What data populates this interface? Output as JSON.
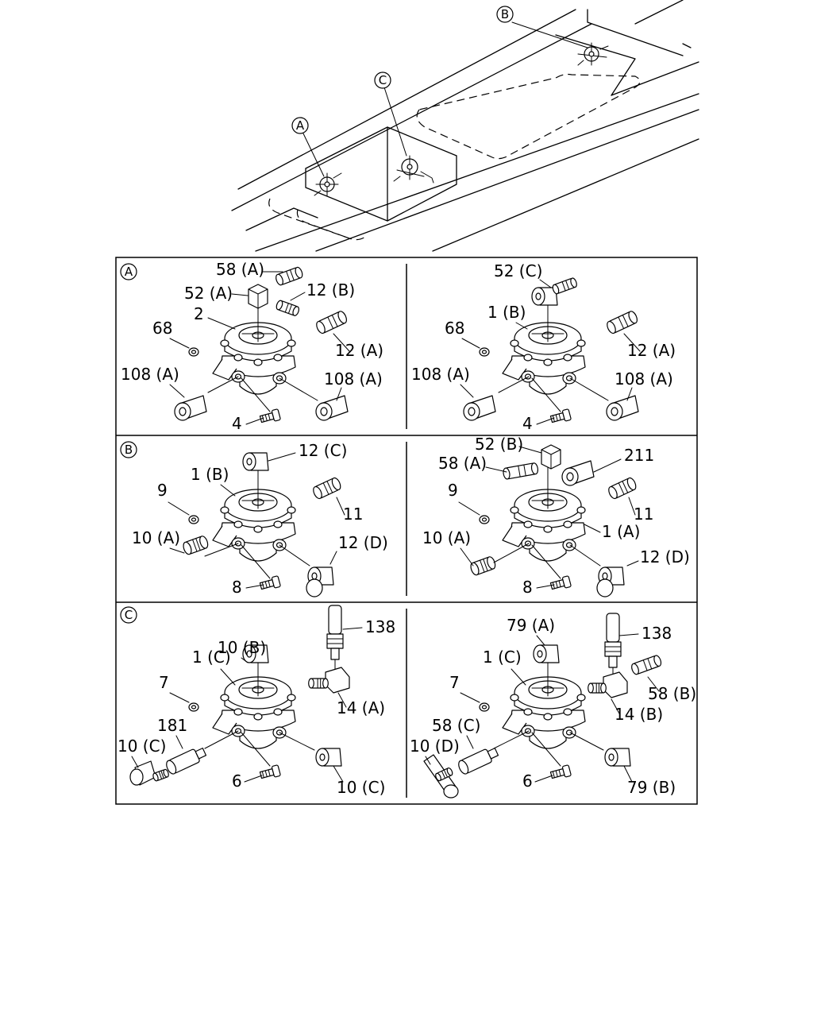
{
  "callouts": {
    "a": "A",
    "b": "B",
    "c": "C"
  },
  "panels": [
    {
      "section": "A",
      "labels": [
        "58 (A)",
        "52 (A)",
        "12 (B)",
        "2",
        "68",
        "12 (A)",
        "108 (A)",
        "108 (A)",
        "4"
      ]
    },
    {
      "section": "",
      "labels": [
        "52 (C)",
        "1 (B)",
        "68",
        "12 (A)",
        "108 (A)",
        "108 (A)",
        "4"
      ]
    },
    {
      "section": "B",
      "labels": [
        "12 (C)",
        "1 (B)",
        "9",
        "11",
        "10 (A)",
        "12 (D)",
        "8"
      ]
    },
    {
      "section": "",
      "labels": [
        "52 (B)",
        "58 (A)",
        "211",
        "9",
        "11",
        "1 (A)",
        "10 (A)",
        "12 (D)",
        "8"
      ]
    },
    {
      "section": "C",
      "labels": [
        "138",
        "10 (B)",
        "1 (C)",
        "7",
        "14 (A)",
        "181",
        "10 (C)",
        "10 (C)",
        "6"
      ]
    },
    {
      "section": "",
      "labels": [
        "79 (A)",
        "138",
        "1 (C)",
        "7",
        "58 (B)",
        "14 (B)",
        "58 (C)",
        "10 (D)",
        "6",
        "79 (B)"
      ]
    }
  ]
}
